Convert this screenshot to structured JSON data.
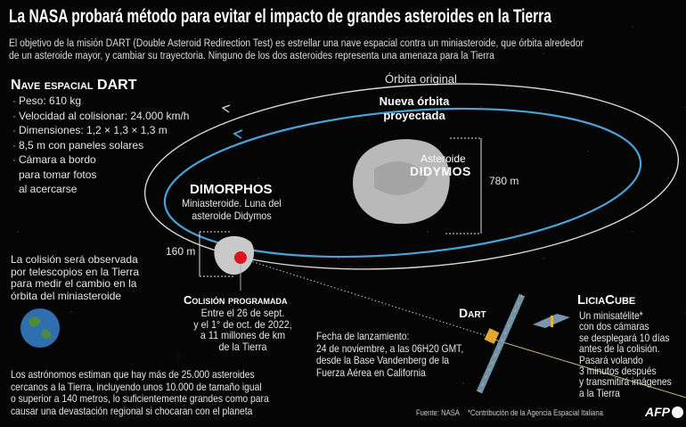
{
  "title": "La NASA probará método para evitar el impacto de grandes asteroides en la Tierra",
  "subtitle": [
    "El objetivo de la misión DART (Double Asteroid Redirection Test) es estrellar una nave espacial contra un miniasteroide, que órbita alrededor",
    "de un asteroide mayor, y cambiar su trayectoria. Ninguno de los dos asteroides representa una amenaza para la Tierra"
  ],
  "orbits": {
    "original": "Órbita original",
    "new": [
      "Nueva órbita",
      "proyectada"
    ],
    "original_color": "#d8d8d8",
    "new_color": "#4aa3d8"
  },
  "dart_specs": {
    "heading": "Nave espacial DART",
    "items": [
      "Peso: 610 kg",
      "Velocidad al colisionar: 24.000 km/h",
      "Dimensiones: 1,2 × 1,3 × 1,3 m",
      "8,5 m con paneles solares",
      "Cámara a bordo",
      "para tomar fotos",
      "al acercarse"
    ]
  },
  "didymos": {
    "label": "Asteroide",
    "name": "DIDYMOS",
    "size": "780 m"
  },
  "dimorphos": {
    "name": "DIMORPHOS",
    "desc": [
      "Miniasteroide. Luna del",
      "asteroide Didymos"
    ],
    "size": "160 m",
    "impact_color": "#e0141e"
  },
  "observation": [
    "La colisión será observada",
    "por telescopios en la Tierra",
    "para medir el cambio en la",
    "órbita del miniasteroide"
  ],
  "collision": {
    "heading": "Colisión programada",
    "lines": [
      "Entre el 26 de sept.",
      "y el 1° de oct. de 2022,",
      "a 11 millones de km",
      "de la Tierra"
    ]
  },
  "asteroids_note": [
    "Los astrónomos estiman que hay más de 25.000 asteroides",
    "cercanos a la Tierra, incluyendo unos 10.000 de tamaño igual",
    "o superior a 140 metros, lo suficientemente grandes como para",
    "causar una devastación regional si chocaran con el planeta"
  ],
  "launch": [
    "Fecha de lanzamiento:",
    "24 de noviembre, a las 06H20 GMT,",
    "desde la Base Vandenberg de la",
    "Fuerza Aérea en California"
  ],
  "dart_label": "Dart",
  "liciacube": {
    "heading": "LiciaCube",
    "lines": [
      "Un minisatélite*",
      "con dos cámaras",
      "se desplegará 10 días",
      "antes de la colisión.",
      "Pasará volando",
      "3 minutos después",
      "y transmitirá imágenes",
      "a la Tierra"
    ]
  },
  "footer": {
    "source": "Fuente: NASA",
    "note": "*Contribución de la Agencia Espacial Italiana",
    "logo": "AFP"
  }
}
